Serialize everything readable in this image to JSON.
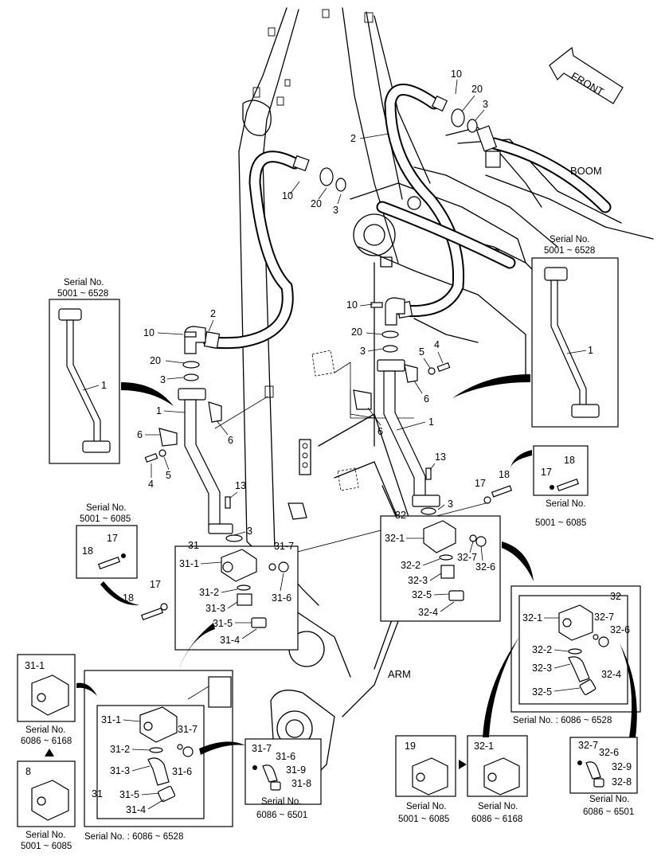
{
  "labels": {
    "front": "FRONT",
    "boom": "BOOM",
    "arm": "ARM"
  },
  "serial": {
    "heading": "Serial No.",
    "r_5001_6528": "5001 ~ 6528",
    "r_5001_6085": "5001 ~ 6085",
    "r_6086_6168": "6086 ~ 6168",
    "r_6086_6501": "6086 ~ 6501",
    "footer_6086_6528": "Serial No. : 6086 ~ 6528"
  },
  "callouts": {
    "p1": "1",
    "p2": "2",
    "p3": "3",
    "p4": "4",
    "p5": "5",
    "p6": "6",
    "p8": "8",
    "p10": "10",
    "p13": "13",
    "p17": "17",
    "p18": "18",
    "p19": "19",
    "p20": "20",
    "p31": "31",
    "p31_1": "31-1",
    "p31_2": "31-2",
    "p31_3": "31-3",
    "p31_4": "31-4",
    "p31_5": "31-5",
    "p31_6": "31-6",
    "p31_7": "31-7",
    "p31_8": "31-8",
    "p31_9": "31-9",
    "p32": "32",
    "p32_1": "32-1",
    "p32_2": "32-2",
    "p32_3": "32-3",
    "p32_4": "32-4",
    "p32_5": "32-5",
    "p32_6": "32-6",
    "p32_7": "32-7",
    "p32_8": "32-8",
    "p32_9": "32-9"
  }
}
